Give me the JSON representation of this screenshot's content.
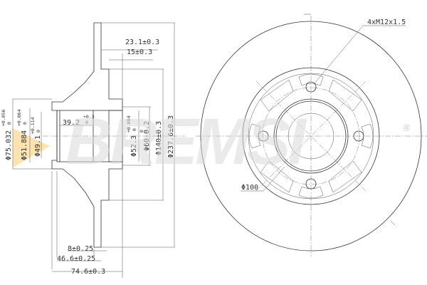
{
  "brand": {
    "watermark": "BREMSI",
    "registered_mark": "®",
    "logo_color": "#fce3b0"
  },
  "section_view": {
    "dimensions": {
      "d231": "23.1±0.3",
      "d15": "15±0.3",
      "d8": "8±0.25",
      "d466": "46.6±0.25",
      "d746": "74.6±0.3",
      "d392": "39.2",
      "d392_tol_upper": "+0.3",
      "d392_tol_lower": "0",
      "phi75": "Φ75.032",
      "phi75_tol_upper": "+0.056",
      "phi75_tol_lower": "0",
      "phi51": "Φ51.884",
      "phi51_tol_upper": "+0.064",
      "phi51_tol_lower": "0",
      "phi49": "Φ49.1",
      "phi49_tol_upper": "+0.114",
      "phi49_tol_lower": "0",
      "phi52": "Φ52.3",
      "phi52_tol_upper": "+0.084",
      "phi52_tol_lower": "0",
      "phi60": "Φ60-0.2",
      "phi60_tol_upper": "0",
      "phi140": "Φ140±0.3",
      "phi237": "Φ237.6±0.3"
    }
  },
  "front_view": {
    "thread_label": "4xM12x1.5",
    "pcd_label": "Φ100"
  }
}
